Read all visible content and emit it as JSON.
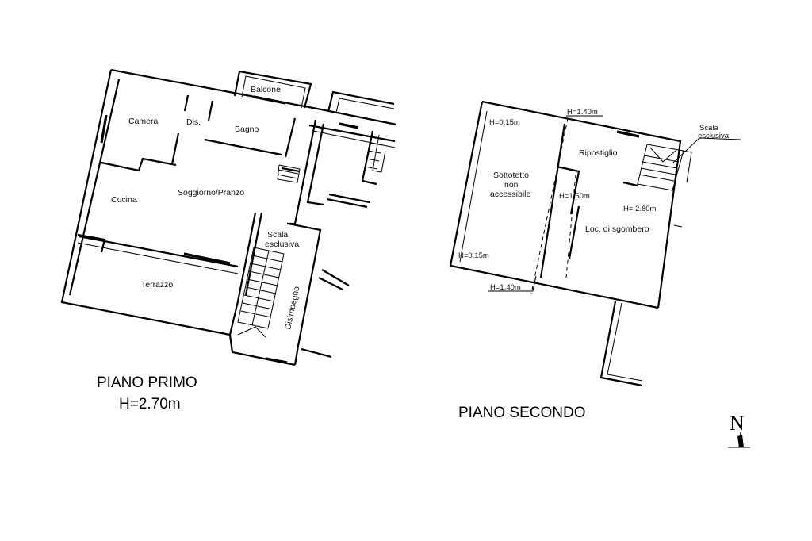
{
  "floor_1": {
    "title": "PIANO PRIMO",
    "height": "H=2.70m",
    "rooms": {
      "balcone": "Balcone",
      "camera": "Camera",
      "dis": "Dis.",
      "bagno": "Bagno",
      "cucina": "Cucina",
      "soggiorno": "Soggiorno/Pranzo",
      "terrazzo": "Terrazzo",
      "scala_1": "Scala",
      "scala_2": "esclusiva",
      "disimpegno": "Disimpegno"
    }
  },
  "floor_2": {
    "title": "PIANO SECONDO",
    "rooms": {
      "sottotetto_1": "Sottotetto",
      "sottotetto_2": "non",
      "sottotetto_3": "accessibile",
      "ripostiglio": "Ripostiglio",
      "loc_sgombero": "Loc. di sgombero",
      "scala_1": "Scala",
      "scala_2": "esclusiva"
    },
    "heights": {
      "top_left": "H=0.15m",
      "bottom_left": "H=0.15m",
      "top_mid": "H=1.40m",
      "bottom_mid": "H=1.40m",
      "mid": "H=1.50m",
      "right": "H= 2.80m"
    }
  },
  "compass": {
    "label": "N"
  }
}
